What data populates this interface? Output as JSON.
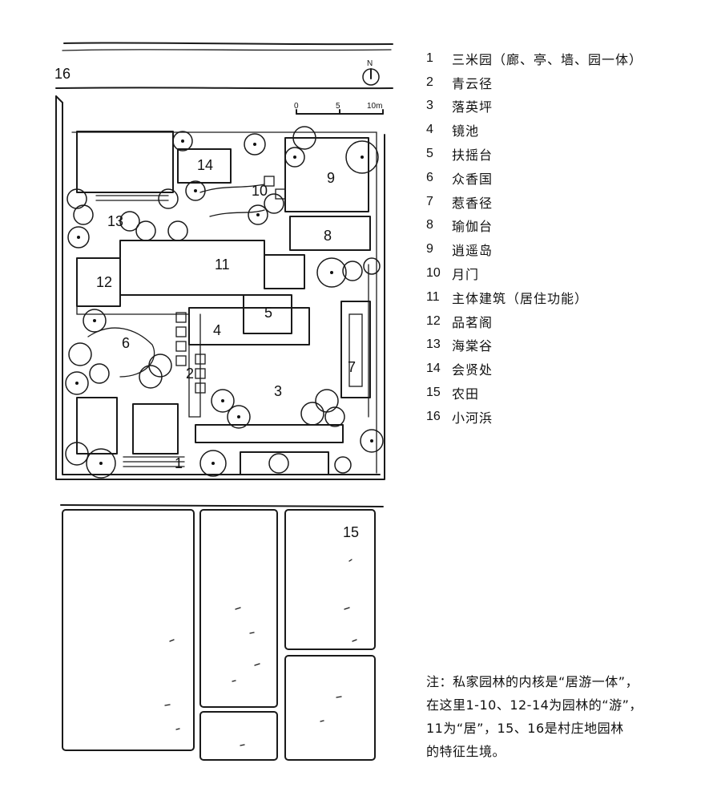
{
  "plan": {
    "north_label": "N",
    "scale_labels": [
      "0",
      "5",
      "10m"
    ],
    "areas": [
      {
        "id": "1",
        "label": "1"
      },
      {
        "id": "2",
        "label": "2"
      },
      {
        "id": "3",
        "label": "3"
      },
      {
        "id": "4",
        "label": "4"
      },
      {
        "id": "5",
        "label": "5"
      },
      {
        "id": "6",
        "label": "6"
      },
      {
        "id": "7",
        "label": "7"
      },
      {
        "id": "8",
        "label": "8"
      },
      {
        "id": "9",
        "label": "9"
      },
      {
        "id": "10",
        "label": "10"
      },
      {
        "id": "11",
        "label": "11"
      },
      {
        "id": "12",
        "label": "12"
      },
      {
        "id": "13",
        "label": "13"
      },
      {
        "id": "14",
        "label": "14"
      },
      {
        "id": "15",
        "label": "15"
      },
      {
        "id": "16",
        "label": "16"
      }
    ]
  },
  "legend": [
    {
      "num": "1",
      "name": "三米园（廊、亭、墙、园一体）"
    },
    {
      "num": "2",
      "name": "青云径"
    },
    {
      "num": "3",
      "name": "落英坪"
    },
    {
      "num": "4",
      "name": "镜池"
    },
    {
      "num": "5",
      "name": "扶摇台"
    },
    {
      "num": "6",
      "name": "众香国"
    },
    {
      "num": "7",
      "name": "惹香径"
    },
    {
      "num": "8",
      "name": "瑜伽台"
    },
    {
      "num": "9",
      "name": "逍遥岛"
    },
    {
      "num": "10",
      "name": "月门"
    },
    {
      "num": "11",
      "name": "主体建筑（居住功能）"
    },
    {
      "num": "12",
      "name": "品茗阁"
    },
    {
      "num": "13",
      "name": "海棠谷"
    },
    {
      "num": "14",
      "name": "会贤处"
    },
    {
      "num": "15",
      "name": "农田"
    },
    {
      "num": "16",
      "name": "小河浜"
    }
  ],
  "note": {
    "lines": [
      "注：私家园林的内核是“居游一体”，",
      "在这里1-10、12-14为园林的“游”，",
      "11为“居”，15、16是村庄地园林",
      "的特征生境。"
    ]
  }
}
